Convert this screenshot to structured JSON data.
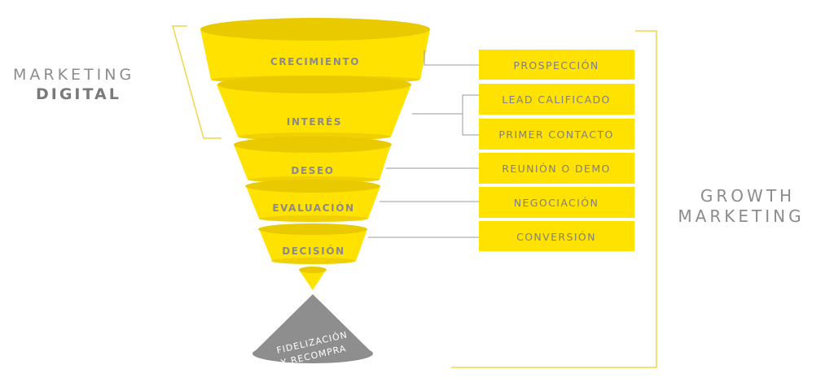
{
  "colors": {
    "funnel_yellow": "#ffe200",
    "funnel_rim": "#e9c900",
    "stage_box": "#ffe200",
    "connector_gray": "#9a9a9a",
    "bracket_yellow": "#f2d64a",
    "cone_gray": "#8e8e8e",
    "text_gray": "#8a8a8a"
  },
  "left_title": {
    "line1": "MARKETING",
    "line2": "DIGITAL"
  },
  "right_title": {
    "line1": "GROWTH",
    "line2": "MARKETING"
  },
  "funnel_stages": [
    {
      "label": "CRECIMIENTO"
    },
    {
      "label": "INTERÉS"
    },
    {
      "label": "DESEO"
    },
    {
      "label": "EVALUACIÓN"
    },
    {
      "label": "DECISIÓN"
    }
  ],
  "sales_stages": [
    {
      "label": "PROSPECCIÓN"
    },
    {
      "label": "LEAD CALIFICADO"
    },
    {
      "label": "PRIMER CONTACTO"
    },
    {
      "label": "REUNIÓN O DEMO"
    },
    {
      "label": "NEGOCIACIÓN"
    },
    {
      "label": "CONVERSIÓN"
    }
  ],
  "retention": {
    "line1": "FIDELIZACIÓN",
    "line2": "Y RECOMPRA"
  }
}
